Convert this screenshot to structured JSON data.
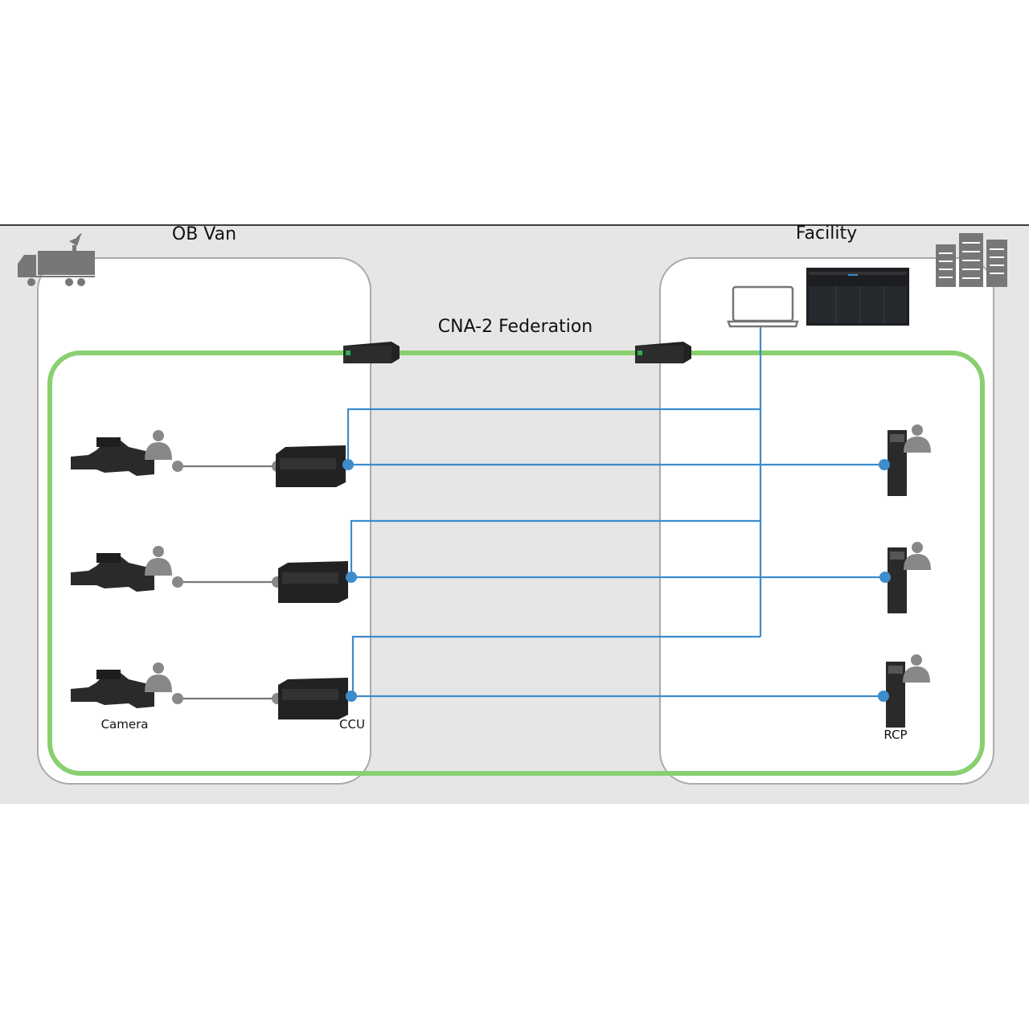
{
  "title": "CNA-2 Federation",
  "zones": {
    "left": "OB Van",
    "right": "Facility"
  },
  "labels": {
    "camera": "Camera",
    "ccu": "CCU",
    "rcp": "RCP"
  },
  "colors": {
    "network": "#88d070",
    "link": "#3d8ccc",
    "zone_bg": "#e6e6e6",
    "icon": "#777777"
  },
  "rows": 3
}
